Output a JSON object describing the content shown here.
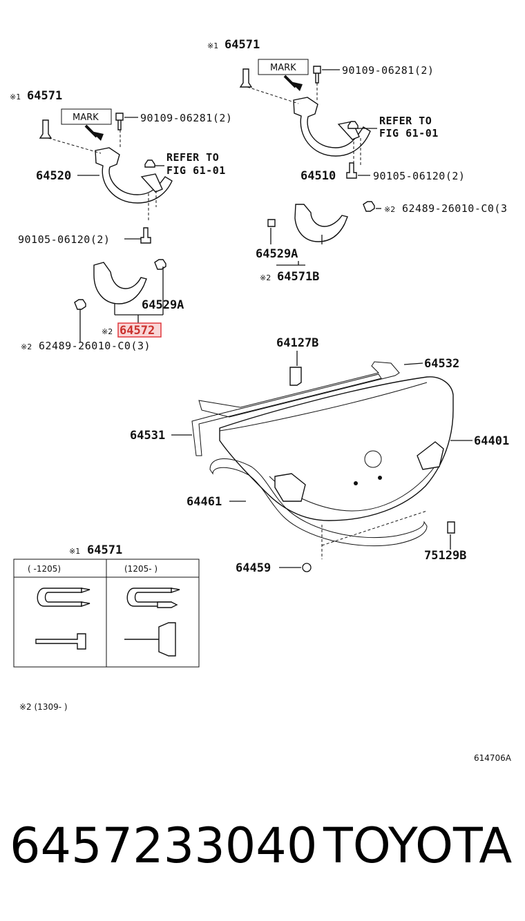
{
  "labels": {
    "p64571_right": "64571",
    "p64571_left": "64571",
    "p64571_table": "64571",
    "mark_right": "MARK",
    "mark_left": "MARK",
    "bolt_top_right": "90109-06281(2)",
    "bolt_top_left": "90109-06281(2)",
    "refer_right_1": "REFER TO",
    "refer_right_2": "FIG 61-01",
    "refer_left_1": "REFER TO",
    "refer_left_2": "FIG 61-01",
    "p64510": "64510",
    "p64520": "64520",
    "bolt_bot_right": "90105-06120(2)",
    "bolt_bot_left": "90105-06120(2)",
    "clip_right": "62489-26010-C0(3",
    "clip_left": "62489-26010-C0(3)",
    "p64529A_right": "64529A",
    "p64529A_left": "64529A",
    "p64571B": "64571B",
    "p64572": "64572",
    "p64127B": "64127B",
    "p64532": "64532",
    "p64531": "64531",
    "p64401": "64401",
    "p64461": "64461",
    "p64459": "64459",
    "p75129B": "75129B",
    "ref_star1": "※1",
    "ref_star2": "※2",
    "table_col1": "(      -1205)",
    "table_col2": "(1205-      )",
    "note_star2": "※2 (1309-        )",
    "diagram_code": "614706A"
  },
  "footer": {
    "part_number": "6457233040",
    "brand": "TOYOTA"
  },
  "colors": {
    "highlight": "#e0393e",
    "highlight_fill": "#f9d6d7"
  }
}
